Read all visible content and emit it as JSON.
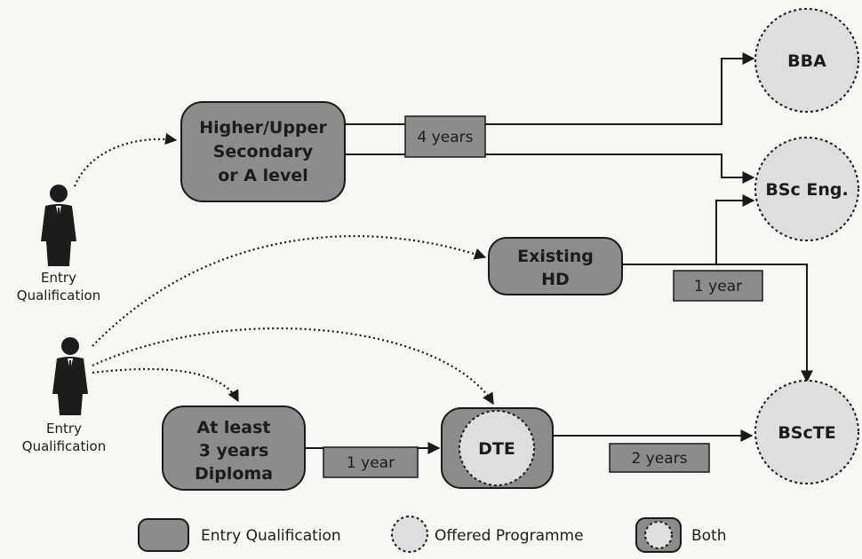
{
  "people": [
    {
      "label_line1": "Entry",
      "label_line2": "Qualification"
    },
    {
      "label_line1": "Entry",
      "label_line2": "Qualification"
    }
  ],
  "entry_nodes": {
    "secondary": [
      "Higher/Upper",
      "Secondary",
      "or A level"
    ],
    "hd": [
      "Existing",
      "HD"
    ],
    "diploma": [
      "At least",
      "3 years",
      "Diploma"
    ]
  },
  "programmes": {
    "bba": "BBA",
    "bsc_eng": "BSc Eng.",
    "bscte": "BScTE",
    "dte": "DTE"
  },
  "durations": {
    "secondary": "4 years",
    "hd": "1 year",
    "diploma": "1 year",
    "dte": "2 years"
  },
  "legend": {
    "entry": "Entry Qualification",
    "offered": "Offered Programme",
    "both": "Both"
  },
  "colors": {
    "box_fill": "#8c8c8c",
    "circle_fill": "#dedede",
    "line": "#1a1a1a",
    "background": "#f7f7f5"
  }
}
